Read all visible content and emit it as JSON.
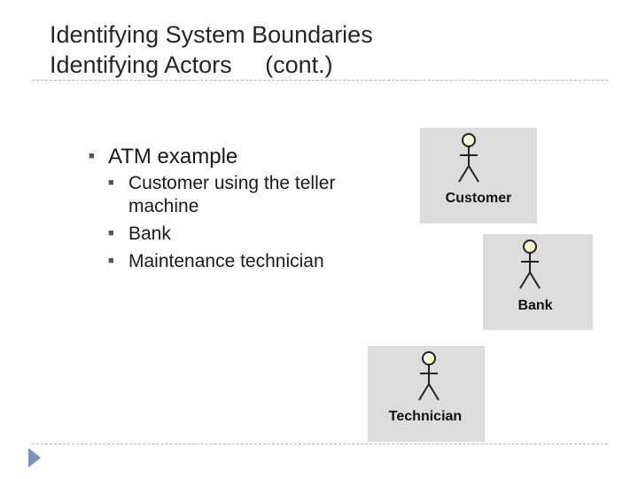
{
  "slide": {
    "title_line1": "Identifying System Boundaries",
    "title_line2": "Identifying Actors     (cont.)"
  },
  "bullets": {
    "main": "ATM example",
    "sub": [
      "Customer using the teller machine",
      "Bank",
      "Maintenance technician"
    ]
  },
  "actors": [
    {
      "label": "Customer",
      "icon": "stick-figure-icon"
    },
    {
      "label": "Bank",
      "icon": "stick-figure-icon"
    },
    {
      "label": "Technician",
      "icon": "stick-figure-icon"
    }
  ],
  "colors": {
    "actor_box": "#dcdcdc",
    "actor_head": "#fafad2",
    "nav_arrow": "#7d90b8",
    "divider": "#b8b8b8"
  },
  "icons": {
    "bullet": "bullet-marker-icon",
    "nav": "nav-arrow-icon"
  }
}
